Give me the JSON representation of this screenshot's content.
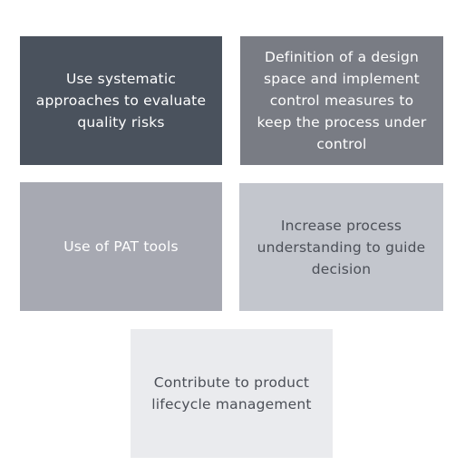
{
  "tiles": [
    {
      "text": "Use systematic approaches to evaluate quality risks",
      "bg": "#4a525d"
    },
    {
      "text": "Definition of a design space and implement control measures to keep the process under control",
      "bg": "#797c84"
    },
    {
      "text": "Use of PAT tools",
      "bg": "#a7a9b2"
    },
    {
      "text": "Increase process understanding to guide decision",
      "bg": "#c3c6cd"
    },
    {
      "text": "Contribute to product lifecycle management",
      "bg": "#eaebee"
    }
  ]
}
